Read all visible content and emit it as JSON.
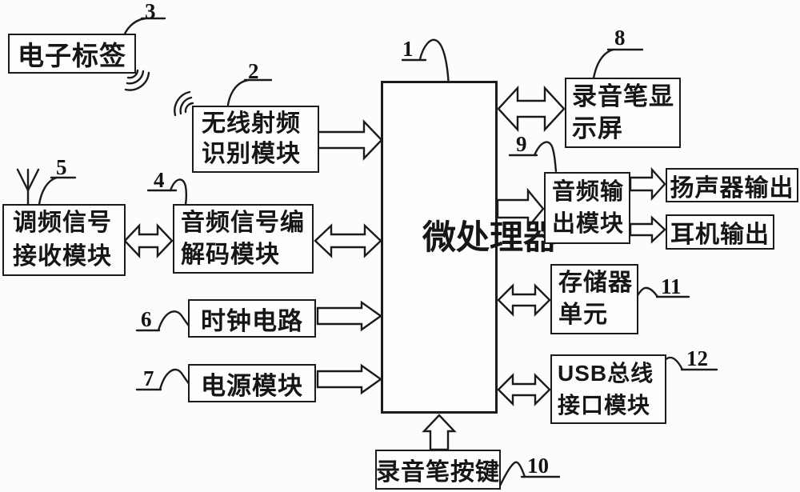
{
  "colors": {
    "ink": "#1b1b1b",
    "background": "#fcfcfc"
  },
  "blocks": {
    "mpu": {
      "ref": "1",
      "text": "微处理器"
    },
    "rfid": {
      "ref": "2",
      "line1": "无线射频",
      "line2": "识别模块"
    },
    "tag": {
      "ref": "3",
      "line1": "电子标签"
    },
    "codec": {
      "ref": "4",
      "line1": "音频信号编",
      "line2": "解码模块"
    },
    "fm": {
      "ref": "5",
      "line1": "调频信号",
      "line2": "接收模块"
    },
    "clock": {
      "ref": "6",
      "line1": "时钟电路"
    },
    "power": {
      "ref": "7",
      "line1": "电源模块"
    },
    "display": {
      "ref": "8",
      "line1": "录音笔显",
      "line2": "示屏"
    },
    "audio_out": {
      "ref": "9",
      "line1": "音频输",
      "line2": "出模块"
    },
    "buttons": {
      "ref": "10",
      "line1": "录音笔按键"
    },
    "memory": {
      "ref": "11",
      "line1": "存储器",
      "line2": "单元"
    },
    "usb": {
      "ref": "12",
      "line1": "USB总线",
      "line2": "接口模块"
    },
    "speaker": {
      "line1": "扬声器输出"
    },
    "headphone": {
      "line1": "耳机输出"
    }
  }
}
